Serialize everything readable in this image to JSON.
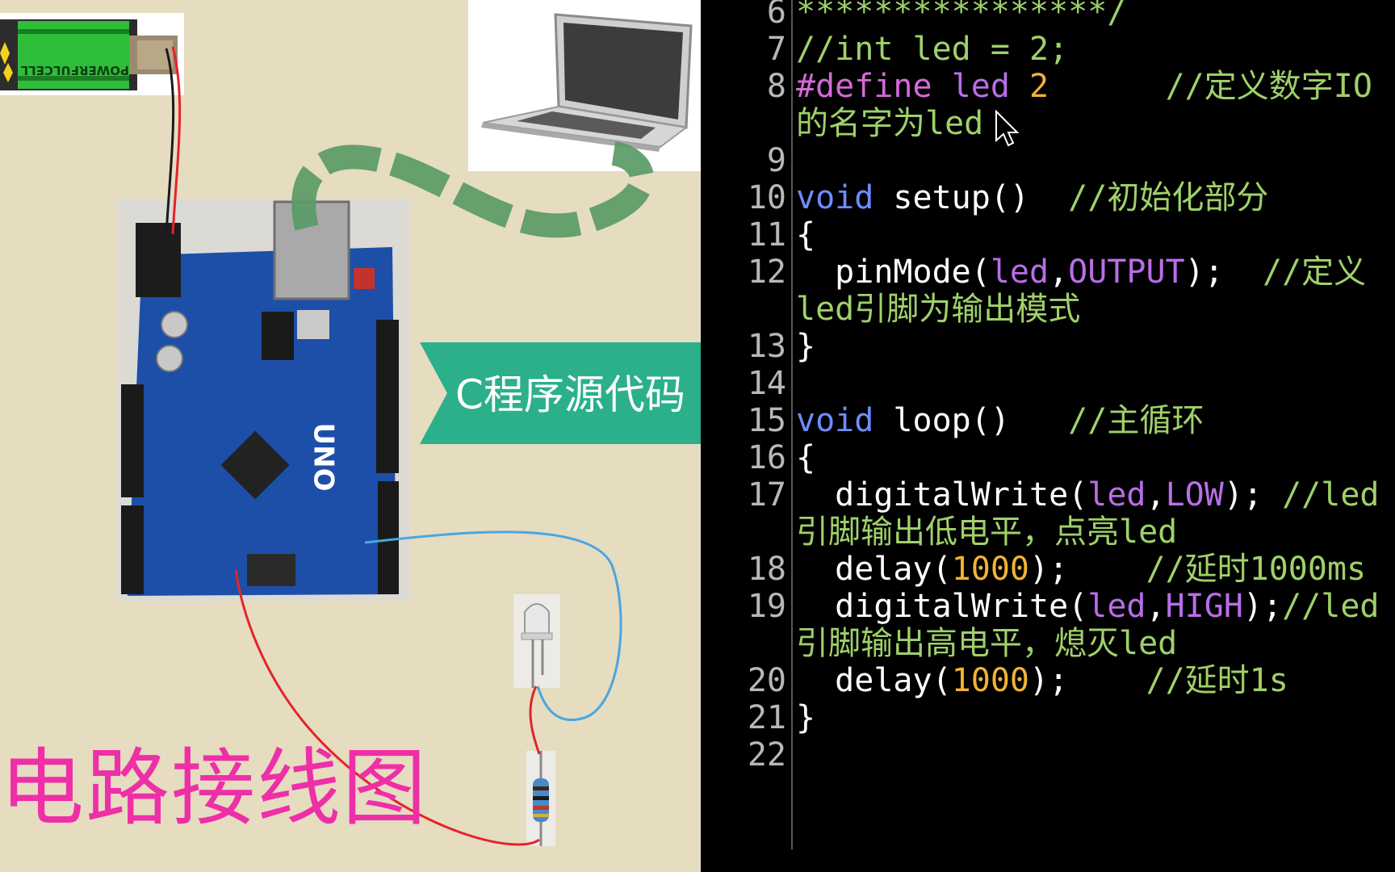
{
  "left_panel": {
    "battery_label": "POWERFULCELL",
    "board_label": "UNO",
    "banner_text": "C程序源代码",
    "caption": "电路接线图",
    "colors": {
      "caption": "#ee2fa8",
      "banner": "#2bb08b",
      "cable": "#5a9a66",
      "wire_red": "#e4232a",
      "wire_blue": "#4aa6e0",
      "board": "#1d4fa8"
    }
  },
  "editor": {
    "lines": [
      {
        "num": "6",
        "text": "****************/",
        "kind": "comment"
      },
      {
        "num": "7",
        "text": "//int led = 2;",
        "kind": "comment"
      },
      {
        "num": "8",
        "segments": [
          [
            "#define ",
            "prep"
          ],
          [
            "led ",
            "var"
          ],
          [
            "2",
            "num"
          ],
          [
            "      //定义数字IO",
            "com"
          ]
        ]
      },
      {
        "num": "",
        "text": "的名字为led",
        "kind": "comment"
      },
      {
        "num": "9",
        "text": "",
        "kind": "plain"
      },
      {
        "num": "10",
        "segments": [
          [
            "void",
            "kw"
          ],
          [
            " setup()  ",
            "plain"
          ],
          [
            "//初始化部分",
            "com"
          ]
        ]
      },
      {
        "num": "11",
        "text": "{",
        "kind": "plain"
      },
      {
        "num": "12",
        "segments": [
          [
            "  pinMode(",
            "plain"
          ],
          [
            "led",
            "var"
          ],
          [
            ",",
            "plain"
          ],
          [
            "OUTPUT",
            "const"
          ],
          [
            ");  ",
            "plain"
          ],
          [
            "//定义",
            "com"
          ]
        ]
      },
      {
        "num": "",
        "text": "led引脚为输出模式",
        "kind": "comment"
      },
      {
        "num": "13",
        "text": "}",
        "kind": "plain"
      },
      {
        "num": "14",
        "text": "",
        "kind": "plain"
      },
      {
        "num": "15",
        "segments": [
          [
            "void",
            "kw"
          ],
          [
            " loop()   ",
            "plain"
          ],
          [
            "//主循环",
            "com"
          ]
        ]
      },
      {
        "num": "16",
        "text": "{",
        "kind": "plain"
      },
      {
        "num": "17",
        "segments": [
          [
            "  digitalWrite(",
            "plain"
          ],
          [
            "led",
            "var"
          ],
          [
            ",",
            "plain"
          ],
          [
            "LOW",
            "const"
          ],
          [
            "); ",
            "plain"
          ],
          [
            "//led",
            "com"
          ]
        ]
      },
      {
        "num": "",
        "text": "引脚输出低电平，点亮led",
        "kind": "comment"
      },
      {
        "num": "18",
        "segments": [
          [
            "  delay(",
            "plain"
          ],
          [
            "1000",
            "num"
          ],
          [
            ");    ",
            "plain"
          ],
          [
            "//延时1000ms",
            "com"
          ]
        ]
      },
      {
        "num": "19",
        "segments": [
          [
            "  digitalWrite(",
            "plain"
          ],
          [
            "led",
            "var"
          ],
          [
            ",",
            "plain"
          ],
          [
            "HIGH",
            "const"
          ],
          [
            ");",
            "plain"
          ],
          [
            "//led",
            "com"
          ]
        ]
      },
      {
        "num": "",
        "text": "引脚输出高电平，熄灭led",
        "kind": "comment"
      },
      {
        "num": "20",
        "segments": [
          [
            "  delay(",
            "plain"
          ],
          [
            "1000",
            "num"
          ],
          [
            ");    ",
            "plain"
          ],
          [
            "//延时1s",
            "com"
          ]
        ]
      },
      {
        "num": "21",
        "text": "}",
        "kind": "plain"
      },
      {
        "num": "22",
        "text": "",
        "kind": "plain"
      }
    ],
    "cursor": "mouse-pointer-icon"
  }
}
